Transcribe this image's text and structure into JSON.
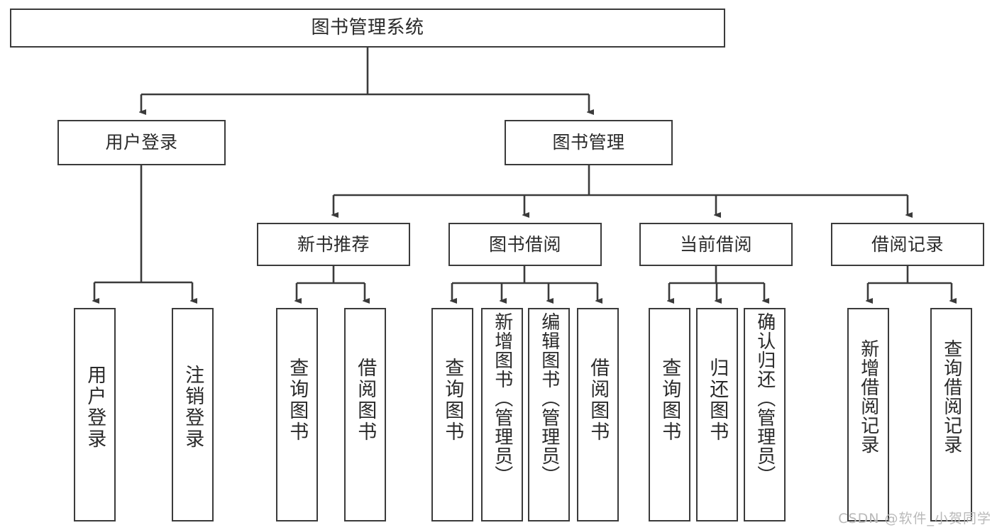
{
  "diagram": {
    "title": "图书管理系统",
    "type": "tree-hierarchy-chart",
    "watermark": "CSDN @软件_小贺同学",
    "line_color": "#3b3b3b",
    "box_fill": "#ffffff",
    "text_color": "#2a2a2a",
    "root": {
      "label": "图书管理系统"
    },
    "level2": [
      {
        "label": "用户登录"
      },
      {
        "label": "图书管理"
      }
    ],
    "level3": [
      {
        "label": "新书推荐"
      },
      {
        "label": "图书借阅"
      },
      {
        "label": "当前借阅"
      },
      {
        "label": "借阅记录"
      }
    ],
    "leaves": {
      "user_login": [
        {
          "label": "用户登录"
        },
        {
          "label": "注销登录"
        }
      ],
      "new_book_recommend": [
        {
          "label": "查询图书"
        },
        {
          "label": "借阅图书"
        }
      ],
      "book_borrow": [
        {
          "label": "查询图书"
        },
        {
          "label": "新增图书（管理员）"
        },
        {
          "label": "编辑图书（管理员）"
        },
        {
          "label": "借阅图书"
        }
      ],
      "current_borrow": [
        {
          "label": "查询图书"
        },
        {
          "label": "归还图书"
        },
        {
          "label": "确认归还（管理员）"
        }
      ],
      "borrow_record": [
        {
          "label": "新增借阅记录"
        },
        {
          "label": "查询借阅记录"
        }
      ]
    }
  }
}
